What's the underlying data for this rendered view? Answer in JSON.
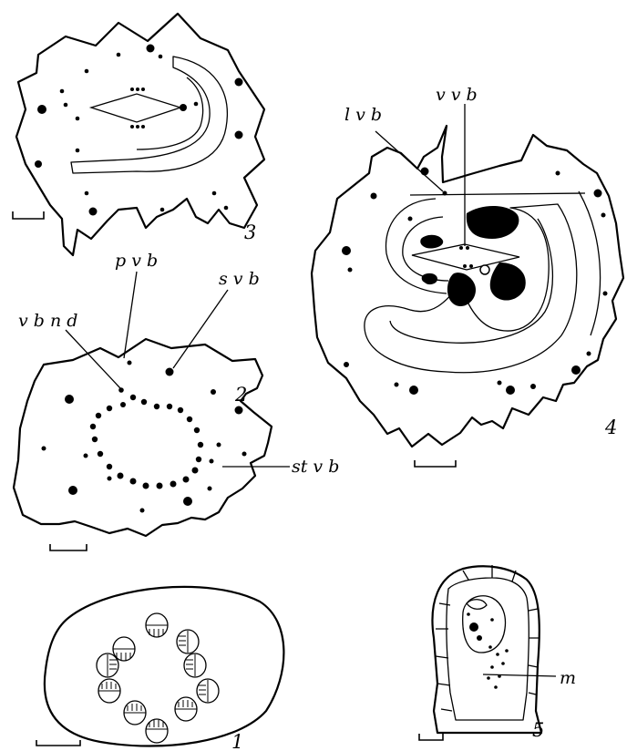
{
  "panels": {
    "p1": {
      "number": "1"
    },
    "p2": {
      "number": "2",
      "labels": {
        "vbnd": "v b n d",
        "pvb": "p v b",
        "svb": "s v b",
        "stvb": "st v b"
      }
    },
    "p3": {
      "number": "3"
    },
    "p4": {
      "number": "4",
      "labels": {
        "lvb": "l v b",
        "vvb": "v v b"
      }
    },
    "p5": {
      "number": "5",
      "labels": {
        "m": "m"
      }
    }
  }
}
